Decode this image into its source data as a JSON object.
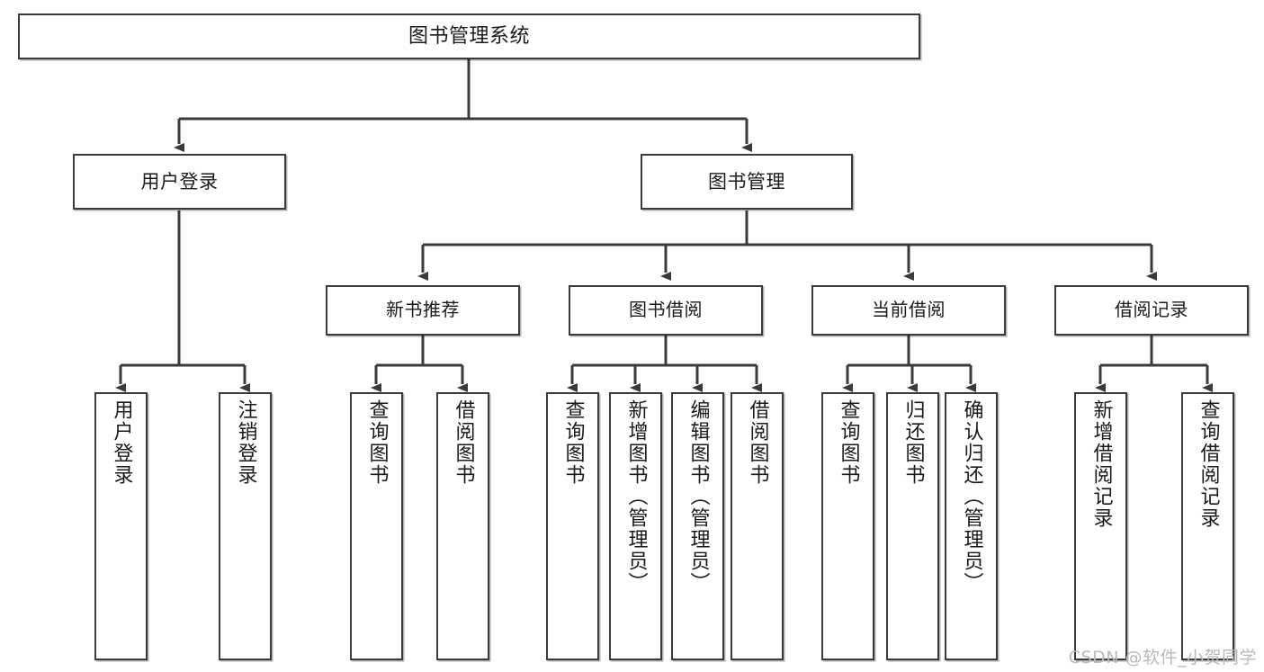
{
  "diagram": {
    "title": "图书管理系统",
    "type": "tree-hierarchy-chart",
    "orientation": "top-down",
    "edge_color": "#3a3a3a",
    "box_border_color": "#3a3a3a",
    "box_fill_color": "#ffffff",
    "text_color": "#1a1a1a"
  },
  "root": {
    "label": "图书管理系统"
  },
  "level2": [
    {
      "label": "用户登录"
    },
    {
      "label": "图书管理"
    }
  ],
  "level3": [
    {
      "label": "新书推荐"
    },
    {
      "label": "图书借阅"
    },
    {
      "label": "当前借阅"
    },
    {
      "label": "借阅记录"
    }
  ],
  "leaves": {
    "user_login": [
      {
        "label": "用户登录"
      },
      {
        "label": "注销登录"
      }
    ],
    "new_book_recommend": [
      {
        "label": "查询图书"
      },
      {
        "label": "借阅图书"
      }
    ],
    "book_borrow": [
      {
        "label": "查询图书"
      },
      {
        "label": "新增图书（管理员）"
      },
      {
        "label": "编辑图书（管理员）"
      },
      {
        "label": "借阅图书"
      }
    ],
    "current_borrow": [
      {
        "label": "查询图书"
      },
      {
        "label": "归还图书"
      },
      {
        "label": "确认归还（管理员）"
      }
    ],
    "borrow_record": [
      {
        "label": "新增借阅记录"
      },
      {
        "label": "查询借阅记录"
      }
    ]
  },
  "watermark": {
    "text": "CSDN @软件_小贺同学",
    "color": "#b9b9b9"
  }
}
